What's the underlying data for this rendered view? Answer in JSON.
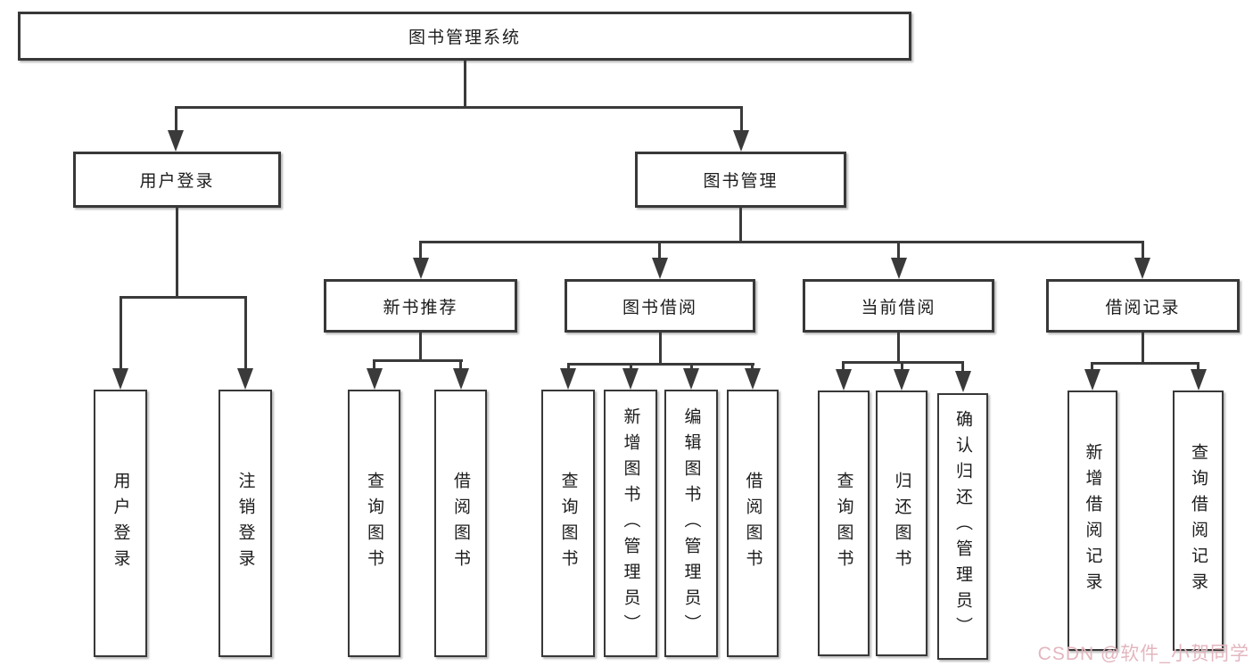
{
  "diagram": {
    "root": {
      "label": "图书管理系统"
    },
    "level2": {
      "user_login": {
        "label": "用户登录"
      },
      "book_mgmt": {
        "label": "图书管理"
      }
    },
    "level3": {
      "new_book_rec": {
        "label": "新书推荐"
      },
      "book_borrow": {
        "label": "图书借阅"
      },
      "current_borrow": {
        "label": "当前借阅"
      },
      "borrow_record": {
        "label": "借阅记录"
      }
    },
    "leaves": {
      "user_login": [
        "用户登录",
        "注销登录"
      ],
      "new_book_rec": [
        "查询图书",
        "借阅图书"
      ],
      "book_borrow": [
        "查询图书",
        "新增图书（管理员）",
        "编辑图书（管理员）",
        "借阅图书"
      ],
      "current_borrow": [
        "查询图书",
        "归还图书",
        "确认归还（管理员）"
      ],
      "borrow_record": [
        "新增借阅记录",
        "查询借阅记录"
      ]
    },
    "watermark": {
      "text": "CSDN @软件_小贺同学"
    },
    "colors": {
      "line": "#3a3a3a",
      "border": "#383838",
      "text": "#1c1c1c",
      "watermark": "#e4b6bf",
      "background": "#ffffff"
    }
  }
}
